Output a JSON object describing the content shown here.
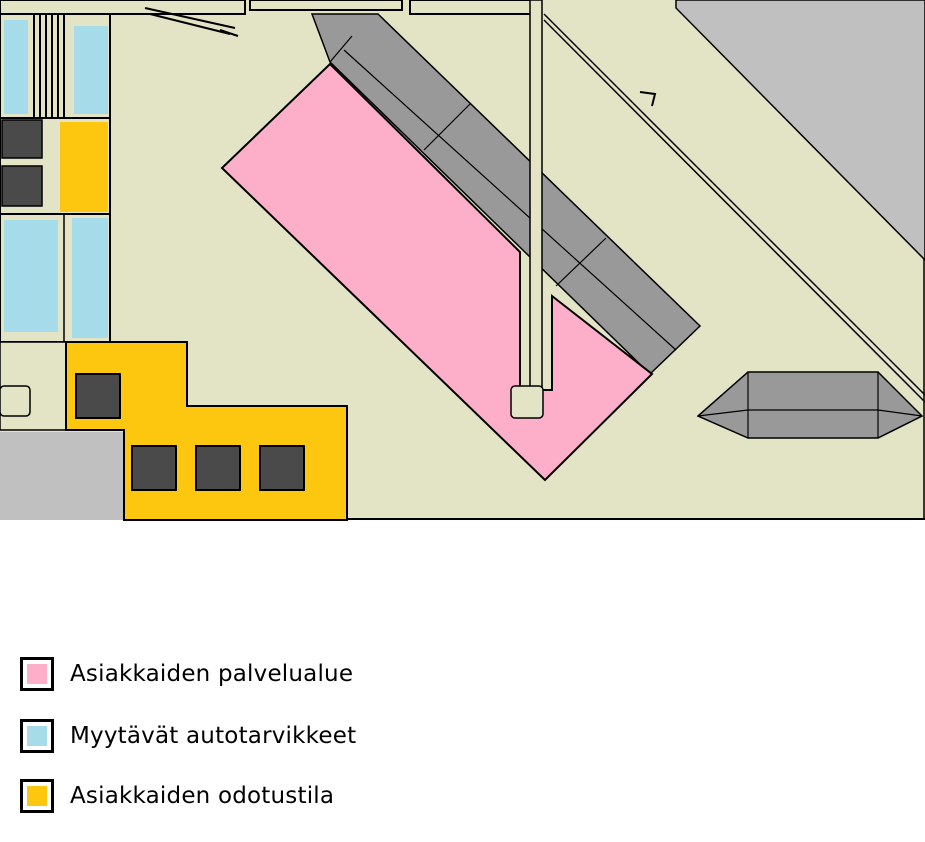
{
  "colors": {
    "ground": "#e3e3c6",
    "pink": "#fdaec8",
    "blue": "#a6dcea",
    "yellow": "#fdc70f",
    "lightGray": "#c0c0c0",
    "darkGray": "#999999",
    "dark": "#4a4a4a",
    "outline": "#000000"
  },
  "legend": [
    {
      "label": "Asiakkaiden palvelualue",
      "color": "#fdaec8"
    },
    {
      "label": "Myytävät autotarvikkeet",
      "color": "#a6dcea"
    },
    {
      "label": "Asiakkaiden odotustila",
      "color": "#fdc70f"
    }
  ]
}
